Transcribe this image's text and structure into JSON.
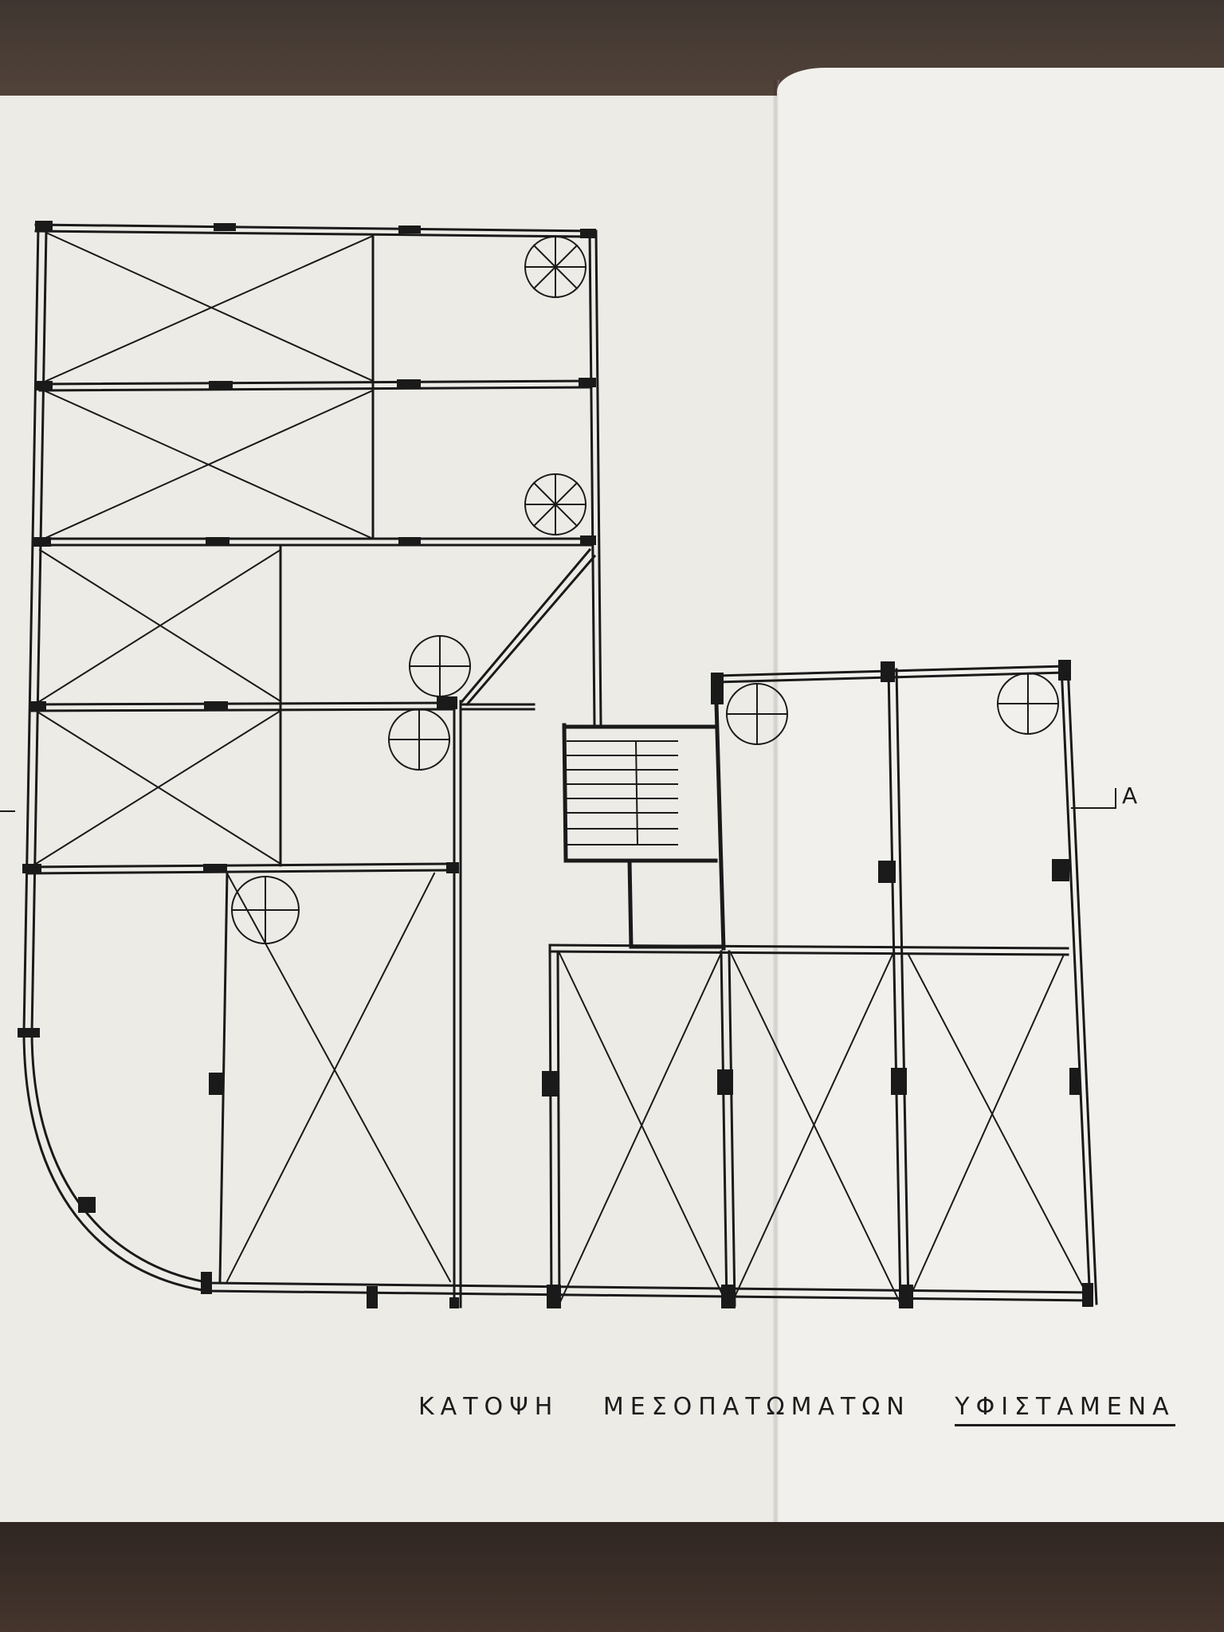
{
  "drawing": {
    "title_words": [
      "ΚΑΤΟΨΗ",
      "ΜΕΣΟΠΑΤΩΜΑΤΩΝ",
      "ΥΦΙΣΤΑΜΕΝΑ"
    ],
    "section_marker": "Α"
  }
}
